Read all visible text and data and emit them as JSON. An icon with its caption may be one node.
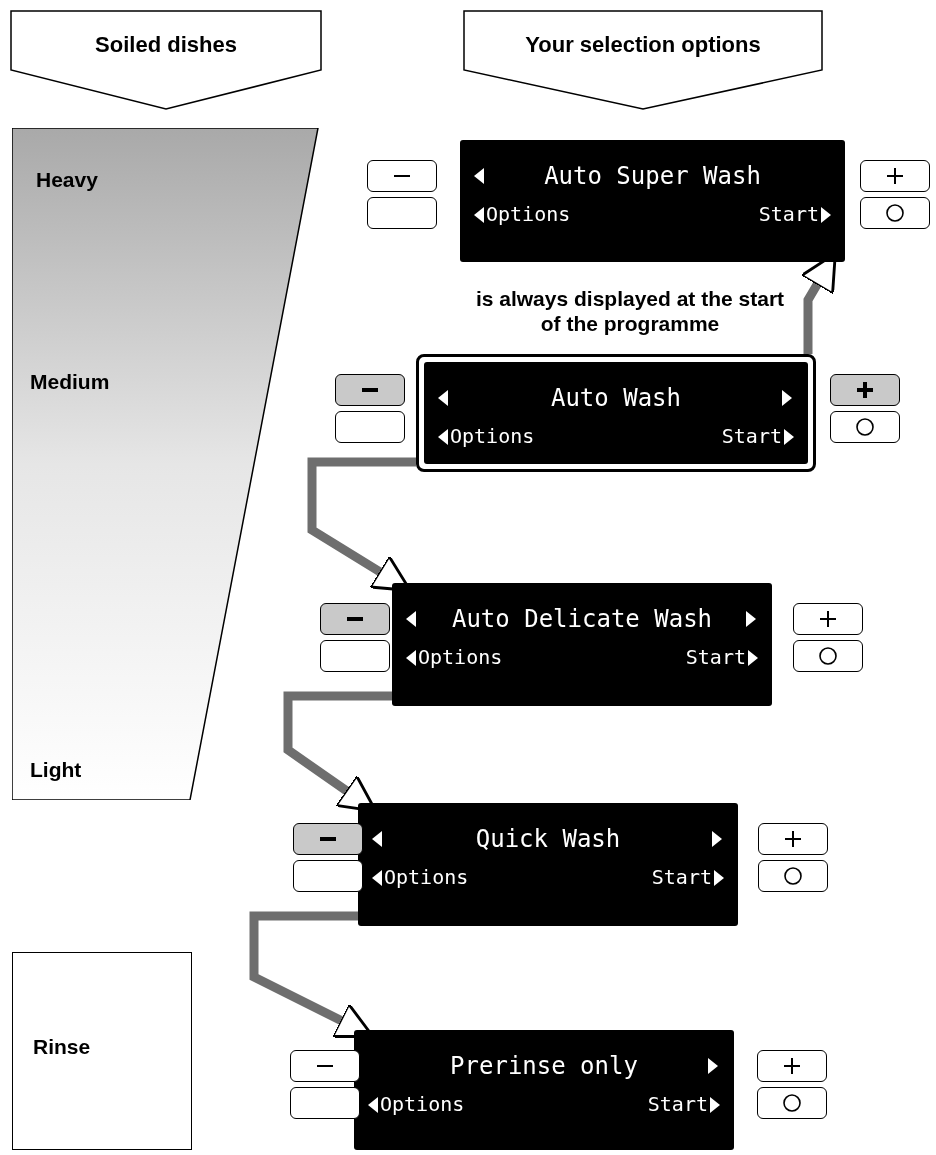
{
  "diagram": {
    "nodes": [
      {
        "text": [
          "Soiled dishes"
        ]
      },
      {
        "text": [
          "Your selection options"
        ]
      },
      {
        "text": [
          "Heavy",
          "Medium",
          "Light"
        ]
      },
      {
        "text": [
          "Rinse"
        ]
      },
      {
        "text": [
          "Auto Super Wash",
          "Options",
          "Start"
        ]
      },
      {
        "text": [
          "Auto Wash",
          "Options",
          "Start"
        ],
        "beside": [
          "is always displayed at the start of the programme"
        ]
      },
      {
        "text": [
          "Auto Delicate Wash",
          "Options",
          "Start"
        ]
      },
      {
        "text": [
          "Quick Wash",
          "Options",
          "Start"
        ]
      },
      {
        "text": [
          "Prerinse only",
          "Options",
          "Start"
        ]
      }
    ],
    "edges": [
      {
        "from": 5,
        "to": 4,
        "arrow": "to"
      },
      {
        "from": 5,
        "to": 6,
        "arrow": "to"
      },
      {
        "from": 6,
        "to": 7,
        "arrow": "to"
      },
      {
        "from": 7,
        "to": 8,
        "arrow": "to"
      }
    ]
  }
}
